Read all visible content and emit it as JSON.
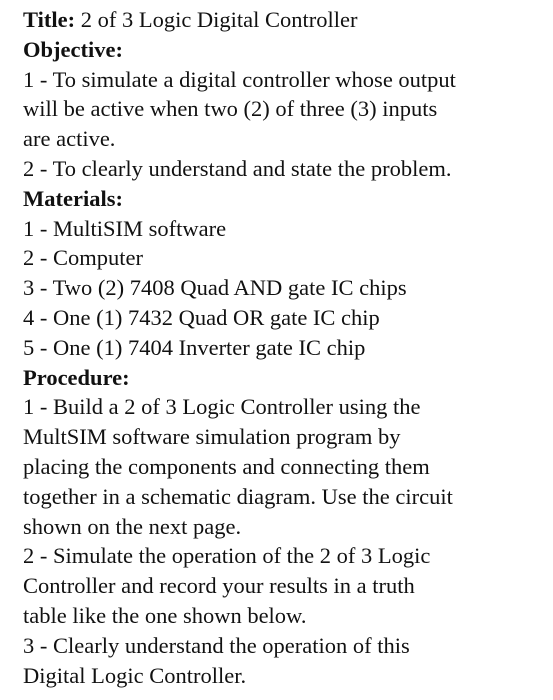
{
  "title": {
    "label": "Title:",
    "value": " 2 of 3 Logic Digital Controller"
  },
  "objective": {
    "heading": "Objective:",
    "items": [
      [
        "1 - To simulate a digital controller whose output",
        "will be active when two (2) of three (3) inputs",
        "are active."
      ],
      [
        "2 - To clearly understand and state the problem."
      ]
    ]
  },
  "materials": {
    "heading": "Materials:",
    "items": [
      "1 - MultiSIM software",
      "2 - Computer",
      "3 - Two (2) 7408 Quad AND gate IC chips",
      "4 - One (1) 7432 Quad OR gate IC chip",
      "5 - One (1) 7404 Inverter gate IC chip"
    ]
  },
  "procedure": {
    "heading": "Procedure:",
    "items": [
      [
        "1 - Build a 2 of 3 Logic Controller using the",
        "MultSIM software simulation program by",
        "placing the components and connecting them",
        "together in a schematic diagram. Use the circuit",
        "shown on the next page."
      ],
      [
        "2 - Simulate the operation of the 2 of 3 Logic",
        "Controller and record your results in a truth",
        "table like the one shown below."
      ],
      [
        "3 - Clearly understand the operation of this",
        "Digital Logic Controller."
      ]
    ]
  }
}
